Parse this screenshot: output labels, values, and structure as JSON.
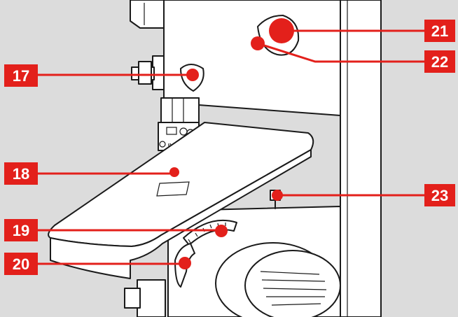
{
  "diagram": {
    "description_labels": [
      {
        "id": "17",
        "text": "17"
      },
      {
        "id": "18",
        "text": "18"
      },
      {
        "id": "19",
        "text": "19"
      },
      {
        "id": "20",
        "text": "20"
      },
      {
        "id": "21",
        "text": "21"
      },
      {
        "id": "22",
        "text": "22"
      },
      {
        "id": "23",
        "text": "23"
      }
    ],
    "colors": {
      "accent": "#e3201b",
      "background": "#dcdcdc",
      "machine": "#ffffff",
      "outline": "#1a1a1a"
    }
  }
}
